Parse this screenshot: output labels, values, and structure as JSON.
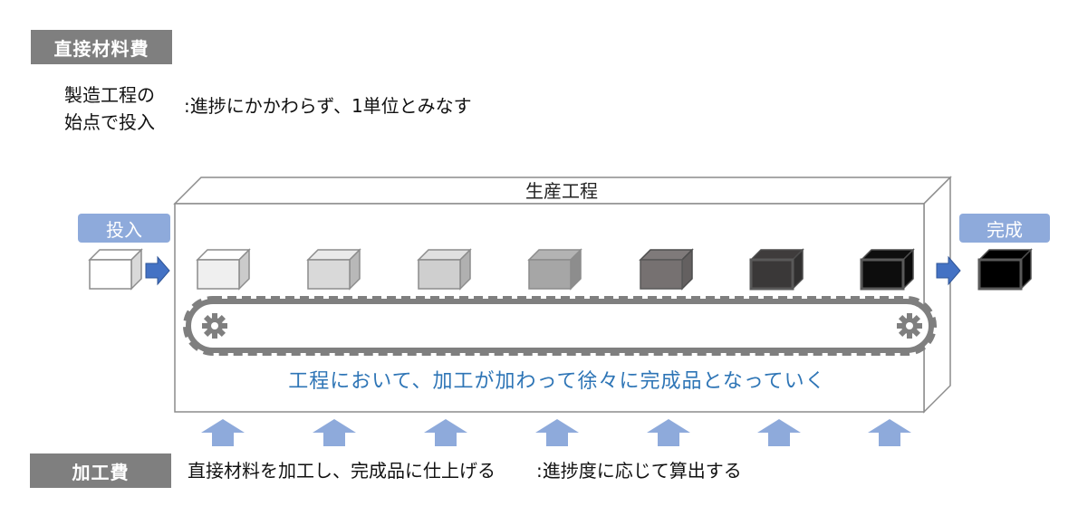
{
  "direct_material": {
    "label": "直接材料費",
    "start_line1": "製造工程の",
    "start_line2": "始点で投入",
    "note": ":進捗にかかわらず、1単位とみなす"
  },
  "process": {
    "title": "生産工程",
    "input_tag": "投入",
    "done_tag": "完成",
    "caption": "工程において、加工が加わって徐々に完成品となっていく",
    "stage_colors": [
      "#ffffff",
      "#efefef",
      "#d9d9d9",
      "#cfcfcf",
      "#a6a6a6",
      "#767171",
      "#3a3838",
      "#0d0d0d",
      "#000000"
    ]
  },
  "labor": {
    "label": "加工費",
    "desc": "直接材料を加工し、完成品に仕上げる",
    "note": ":進捗度に応じて算出する"
  },
  "colors": {
    "label_bg": "#7f7f7f",
    "tag_bg": "#8eaadb",
    "arrow_dark": "#4472c4",
    "arrow_light": "#8eaadb",
    "caption": "#2e75b6",
    "belt": "#7f7f7f"
  },
  "icons": {
    "flow_arrow": "right-arrow-icon",
    "labor_arrow": "up-arrow-icon",
    "gear": "gear-icon"
  }
}
